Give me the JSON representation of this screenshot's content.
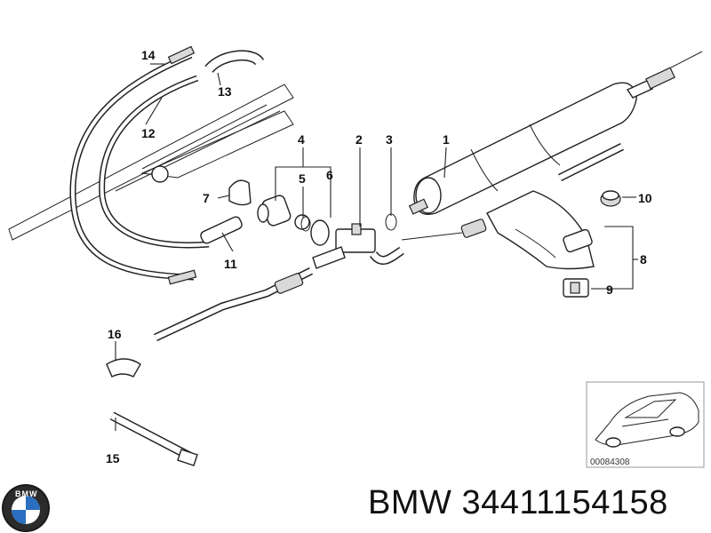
{
  "callouts": {
    "c1": "1",
    "c2": "2",
    "c3": "3",
    "c4": "4",
    "c5": "5",
    "c6": "6",
    "c7": "7",
    "c8": "8",
    "c9": "9",
    "c10": "10",
    "c11": "11",
    "c12": "12",
    "c13": "13",
    "c14": "14",
    "c15": "15",
    "c16": "16"
  },
  "inset": {
    "code": "00084308"
  },
  "logo": {
    "text": "BMW"
  },
  "part_label": {
    "brand": "BMW",
    "number": "34411154158"
  }
}
